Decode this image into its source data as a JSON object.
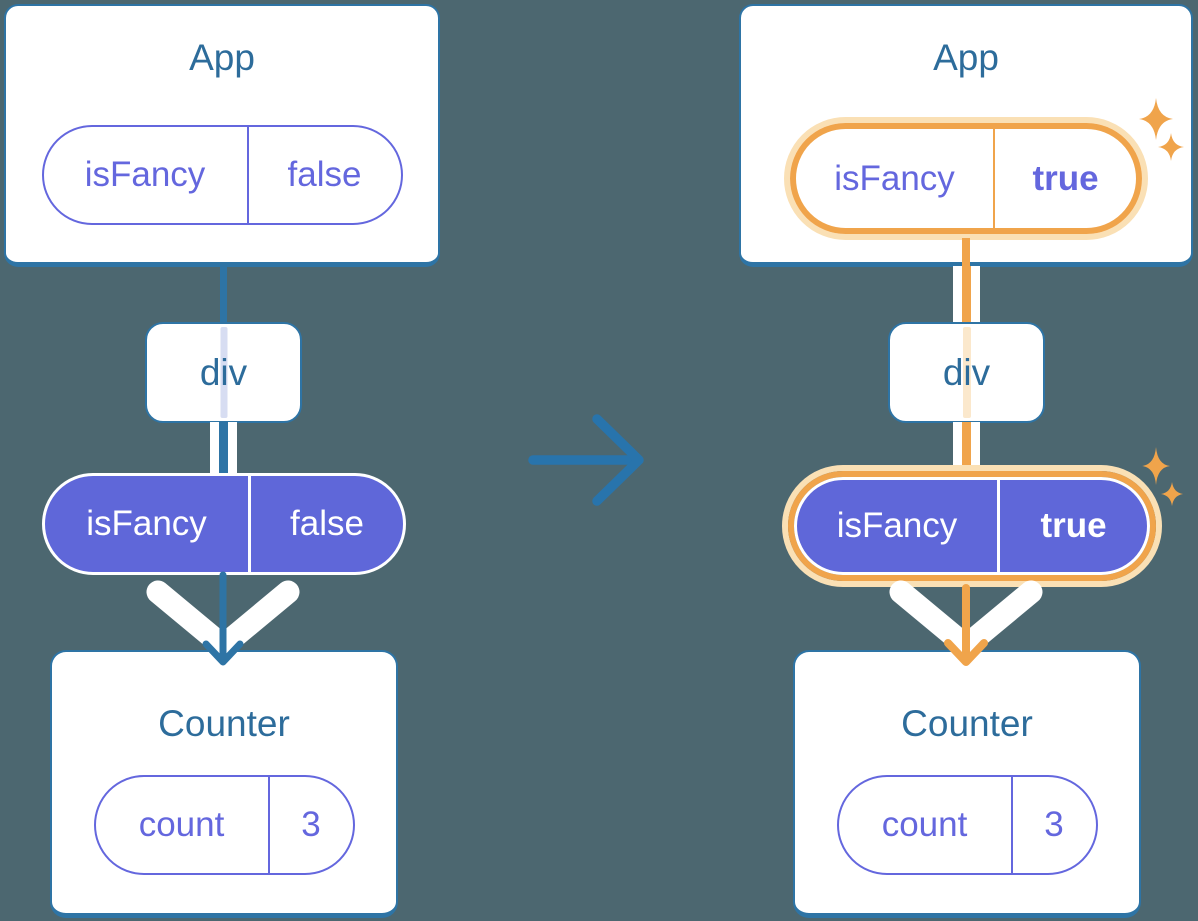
{
  "colors": {
    "bg": "#4C6770",
    "card-border": "#2E74A5",
    "title-text": "#2D6C9B",
    "purple": "#6467DE",
    "purple-fill": "#5F67D9",
    "orange": "#F0A44B",
    "orange-glow": "#FAE0B5",
    "faint-blue": "#D7DDF2",
    "faint-orange": "#FBE8CC",
    "arrow-blue": "#2874AC"
  },
  "left": {
    "app": {
      "title": "App",
      "prop_name": "isFancy",
      "prop_value": "false"
    },
    "div_label": "div",
    "pill": {
      "prop_name": "isFancy",
      "prop_value": "false"
    },
    "counter": {
      "title": "Counter",
      "state_name": "count",
      "state_value": "3"
    }
  },
  "right": {
    "app": {
      "title": "App",
      "prop_name": "isFancy",
      "prop_value": "true"
    },
    "div_label": "div",
    "pill": {
      "prop_name": "isFancy",
      "prop_value": "true"
    },
    "counter": {
      "title": "Counter",
      "state_name": "count",
      "state_value": "3"
    }
  }
}
